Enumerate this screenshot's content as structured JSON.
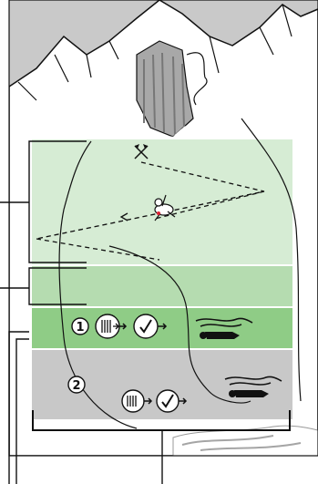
{
  "diagram": {
    "colors": {
      "sky": "#c9c9c9",
      "snow": "#ffffff",
      "zone_search_visual": "#d6ecd4",
      "zone_search_signal": "#b5dcb0",
      "zone_probe": "#8fcc86",
      "zone_burial": "#c8c8c8",
      "outline": "#111111",
      "rock": "#9a9a9a"
    },
    "zones": [
      {
        "id": "primary-search",
        "label": ""
      },
      {
        "id": "coarse-search",
        "label": ""
      },
      {
        "id": "fine-search",
        "label": "1"
      },
      {
        "id": "burial-area",
        "label": "2"
      }
    ],
    "icons": {
      "flags": "crossed-flags-icon",
      "searcher": "searcher-with-transceiver-icon",
      "transceiver": "transceiver-icon",
      "check": "check-icon",
      "buried_victim": "buried-victim-icon"
    }
  }
}
